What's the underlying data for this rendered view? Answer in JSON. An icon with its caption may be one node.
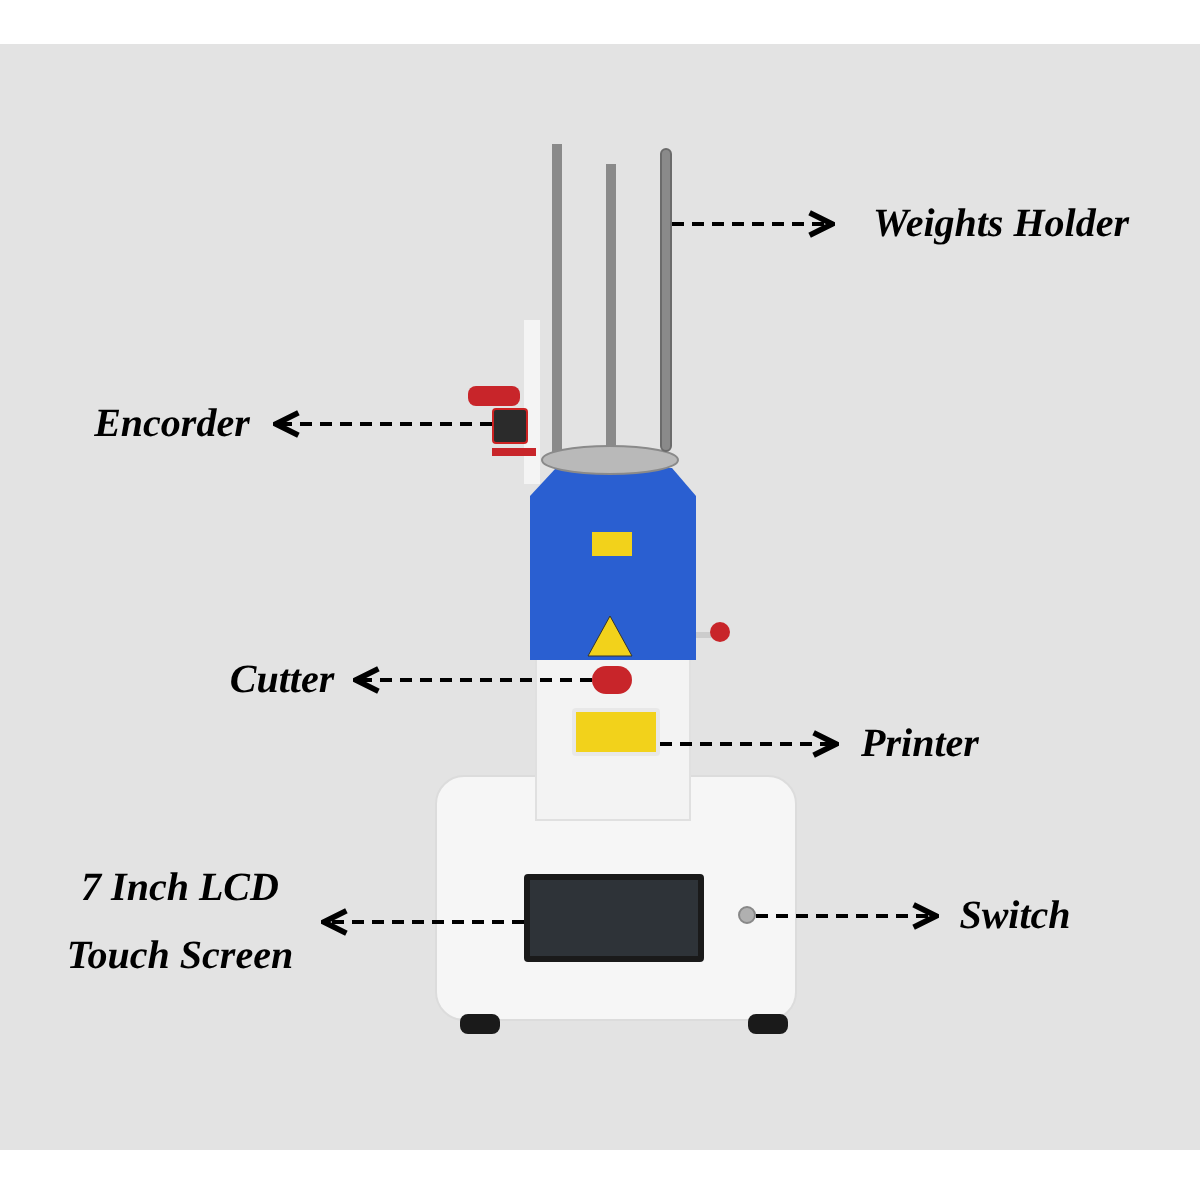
{
  "diagram": {
    "nodes": [
      {
        "text": [
          "Weights Holder"
        ]
      },
      {
        "text": [
          "Encorder"
        ]
      },
      {
        "text": [
          "Cutter"
        ]
      },
      {
        "text": [
          "Printer"
        ]
      },
      {
        "text": [
          "7 Inch LCD Touch Screen"
        ]
      },
      {
        "text": [
          "Switch"
        ]
      },
      {
        "text": [],
        "shape": "bar"
      },
      {
        "text": [],
        "shape": "box"
      },
      {
        "text": [],
        "shape": "circle"
      },
      {
        "text": [],
        "shape": "box"
      },
      {
        "text": [],
        "shape": "box"
      },
      {
        "text": [],
        "shape": "circle"
      }
    ],
    "edges": [
      {
        "from": 6,
        "to": 0,
        "arrow": "to",
        "style": "dashed"
      },
      {
        "from": 7,
        "to": 1,
        "arrow": "to",
        "style": "dashed"
      },
      {
        "from": 8,
        "to": 2,
        "arrow": "to",
        "style": "dashed"
      },
      {
        "from": 9,
        "to": 3,
        "arrow": "to",
        "style": "dashed"
      },
      {
        "from": 10,
        "to": 4,
        "arrow": "to",
        "style": "dashed"
      },
      {
        "from": 11,
        "to": 5,
        "arrow": "to",
        "style": "dashed"
      }
    ]
  }
}
